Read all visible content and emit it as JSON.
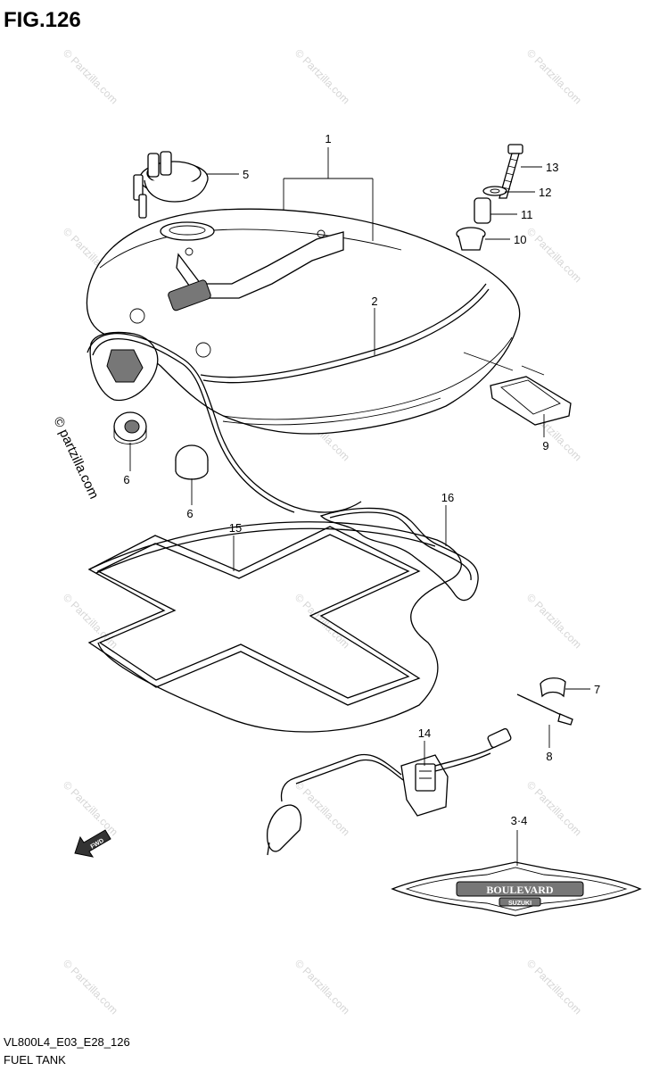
{
  "figure": {
    "title": "FIG.126",
    "model_code": "VL800L4_E03_E28_126",
    "caption": "FUEL TANK"
  },
  "watermark": {
    "text": "© Partzilla.com",
    "vertical_text": "© partzilla.com"
  },
  "callouts": {
    "c1": "1",
    "c2": "2",
    "c34": "3·4",
    "c5": "5",
    "c6a": "6",
    "c6b": "6",
    "c7": "7",
    "c8": "8",
    "c9": "9",
    "c10": "10",
    "c11": "11",
    "c12": "12",
    "c13": "13",
    "c14": "14",
    "c15": "15",
    "c16": "16"
  },
  "badge": {
    "main": "BOULEVARD",
    "sub": "SUZUKI"
  },
  "fwd_icon": {
    "label": "FWD"
  }
}
